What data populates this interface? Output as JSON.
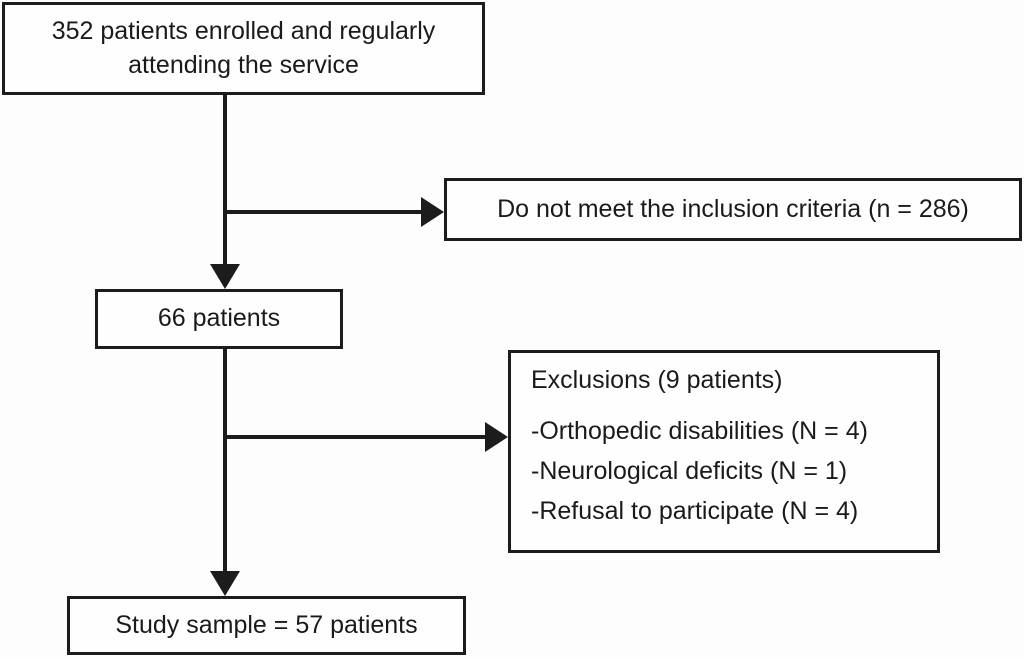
{
  "diagram": {
    "type": "flowchart",
    "description": "Patient enrollment flow diagram",
    "colors": {
      "border": "#1c1c1c",
      "line": "#1c1c1c",
      "text": "#1a1a1a",
      "box_fill": "#fefefe",
      "background": "#fdfdfd"
    },
    "boxes": {
      "enrolled": {
        "text": "352 patients enrolled and regularly attending the service",
        "count": 352
      },
      "not_meeting": {
        "text": "Do not meet the inclusion criteria (n = 286)",
        "count": 286
      },
      "sixty_six": {
        "text": "66 patients",
        "count": 66
      },
      "exclusions": {
        "title": "Exclusions (9 patients)",
        "count": 9,
        "items": [
          "-Orthopedic disabilities (N = 4)",
          "-Neurological deficits (N = 1)",
          "-Refusal to participate (N = 4)"
        ]
      },
      "study_sample": {
        "text": "Study sample = 57 patients",
        "count": 57
      }
    },
    "edges": [
      {
        "from": "enrolled",
        "to": "sixty_six",
        "style": "arrow-down"
      },
      {
        "from": "enrolled-sixty_six-connector",
        "to": "not_meeting",
        "style": "arrow-right"
      },
      {
        "from": "sixty_six",
        "to": "study_sample",
        "style": "arrow-down"
      },
      {
        "from": "sixty_six-study_sample-connector",
        "to": "exclusions",
        "style": "arrow-right"
      }
    ]
  }
}
